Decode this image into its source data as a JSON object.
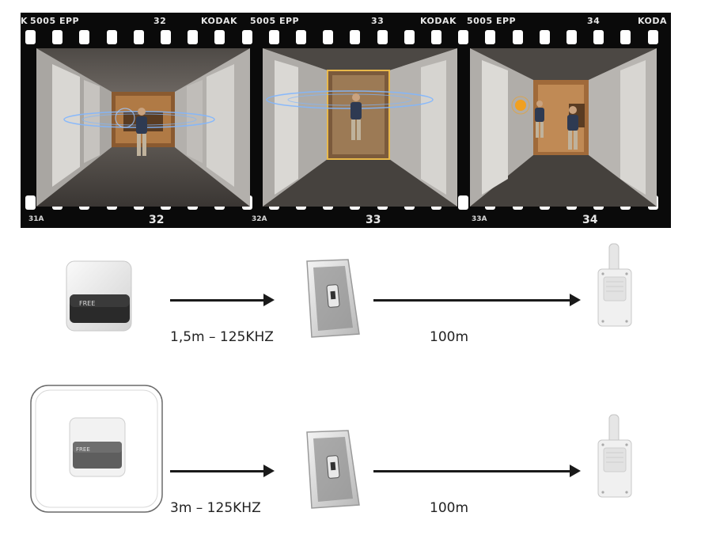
{
  "film_strip": {
    "top_edge": [
      "5005 EPP",
      "32",
      "KODAK",
      "5005 EPP",
      "33",
      "KODAK",
      "5005 EPP",
      "34",
      "KODA"
    ],
    "bottom_edge": {
      "codes": [
        "31A",
        "32A",
        "33A"
      ],
      "numbers": [
        "32",
        "33",
        "34"
      ]
    },
    "frames": [
      {
        "name": "frame-32",
        "detection": "ring"
      },
      {
        "name": "frame-33",
        "detection": "ring-door-open"
      },
      {
        "name": "frame-34",
        "detection": "dot"
      }
    ],
    "colors": {
      "ring": "#7fb6ff",
      "door_frame": "#e8b84a",
      "dot": "#f0a020"
    }
  },
  "diagram": {
    "rows": [
      {
        "emitter": "small-wall-reader-icon",
        "emitter_brand": "FREE",
        "range_label": "1,5m – 125KHZ",
        "transmitter": "badge-transponder-icon",
        "link_label": "100m",
        "receiver": "antenna-receiver-icon"
      },
      {
        "emitter": "large-ceiling-reader-icon",
        "emitter_brand": "FREE",
        "range_label": "3m – 125KHZ",
        "transmitter": "badge-transponder-icon",
        "link_label": "100m",
        "receiver": "antenna-receiver-icon"
      }
    ]
  }
}
